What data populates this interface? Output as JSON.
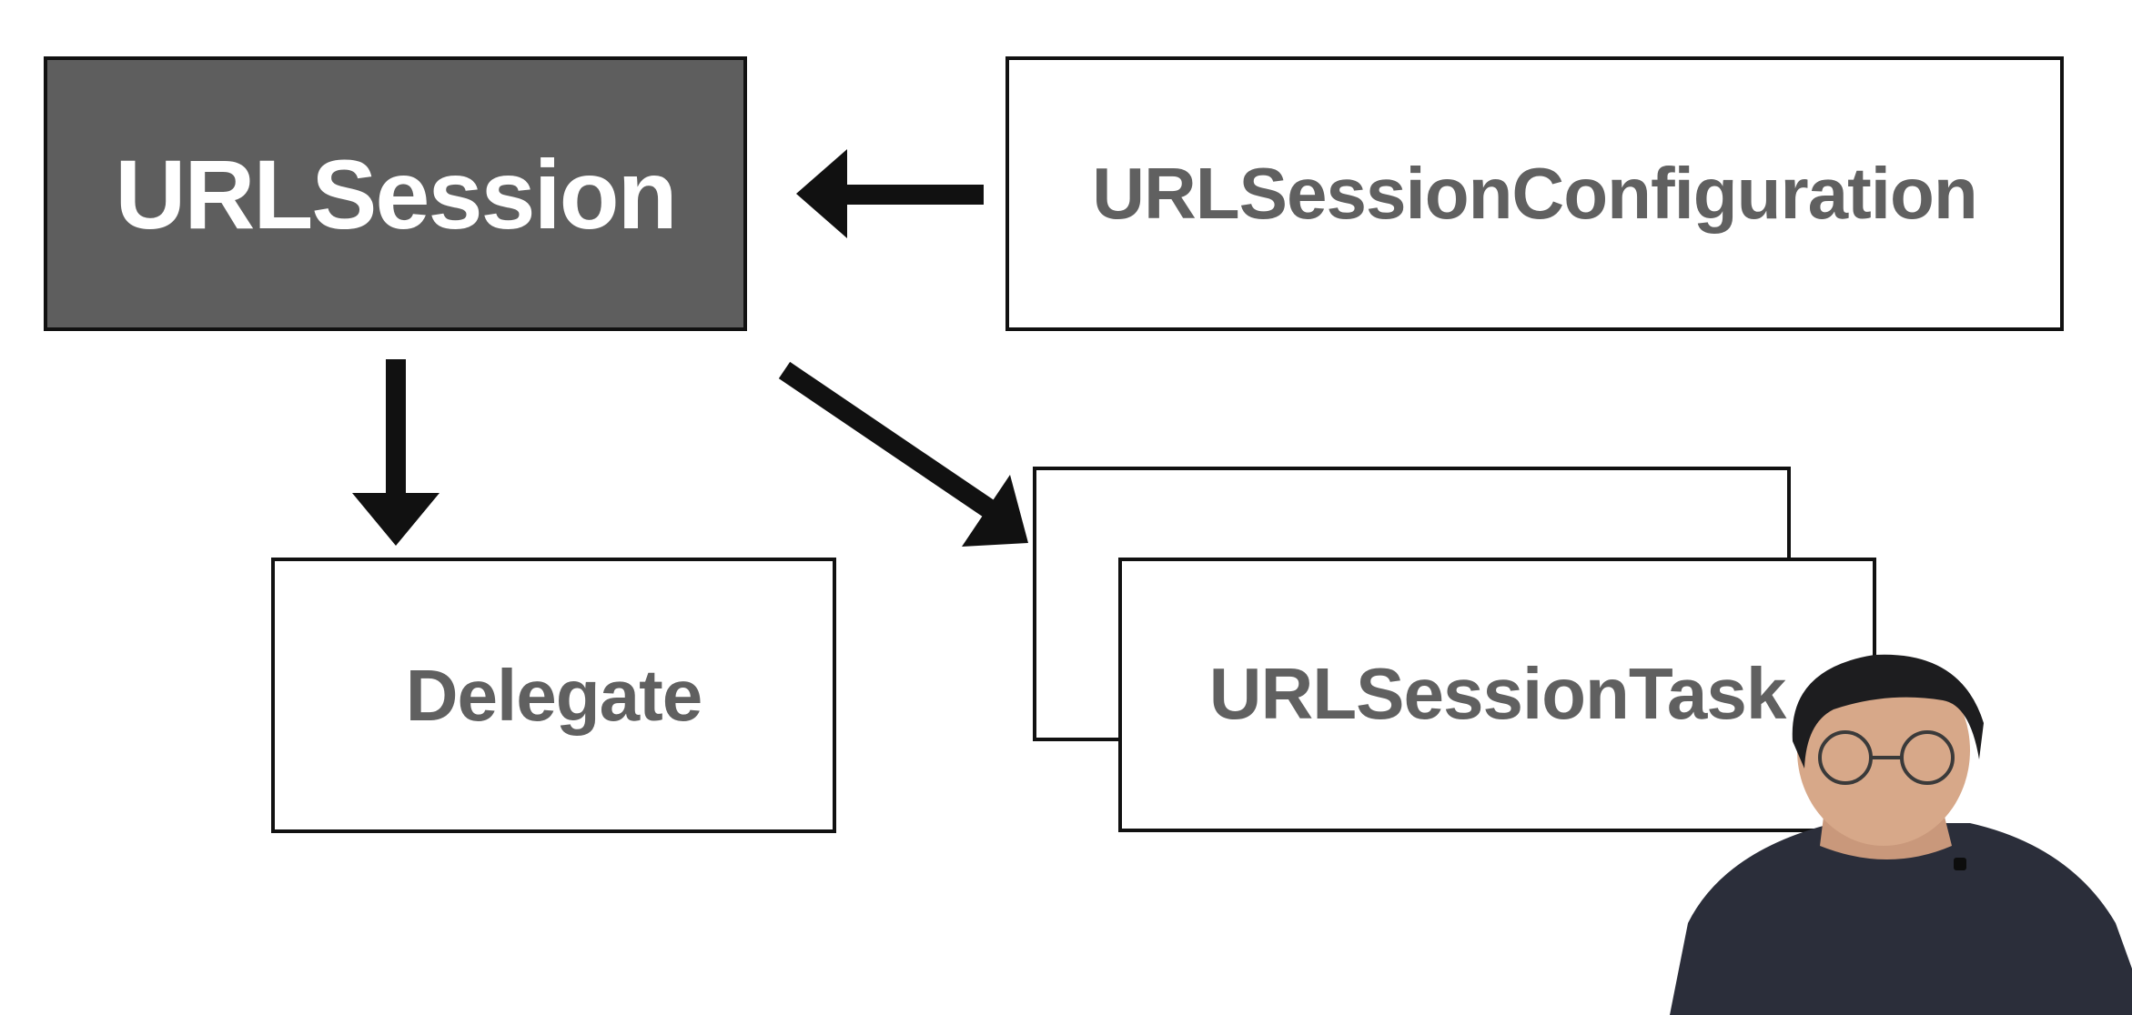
{
  "diagram": {
    "nodes": {
      "session": {
        "label": "URLSession",
        "fill": "#5e5e5e",
        "text_color": "#ffffff"
      },
      "configuration": {
        "label": "URLSessionConfiguration",
        "fill": "#ffffff",
        "text_color": "#606060"
      },
      "task": {
        "label": "URLSessionTask",
        "fill": "#ffffff",
        "text_color": "#606060"
      },
      "delegate": {
        "label": "Delegate",
        "fill": "#ffffff",
        "text_color": "#606060"
      }
    },
    "edges": [
      {
        "from": "configuration",
        "to": "session"
      },
      {
        "from": "session",
        "to": "delegate"
      },
      {
        "from": "session",
        "to": "task"
      }
    ],
    "stroke_color": "#111111"
  },
  "presenter": {
    "description_icon": "person-video-icon"
  }
}
